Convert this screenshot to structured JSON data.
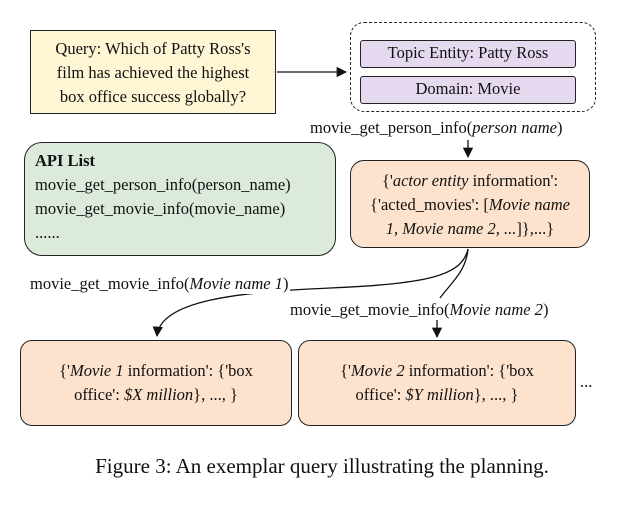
{
  "query": {
    "line1": "Query: Which of Patty Ross's",
    "line2": "film has achieved the highest",
    "line3": "box office success globally?"
  },
  "entities": {
    "topic": "Topic Entity: Patty Ross",
    "domain": "Domain: Movie"
  },
  "api_list": {
    "title": "API List",
    "items": [
      "movie_get_person_info(person_name)",
      "movie_get_movie_info(movie_name)",
      "......"
    ]
  },
  "calls": {
    "person_fn": "movie_get_person_info(",
    "person_arg": "person name",
    "movie1_fn": "movie_get_movie_info(",
    "movie1_arg": "Movie name 1",
    "movie2_fn": "movie_get_movie_info(",
    "movie2_arg": "Movie name 2",
    "close": ")"
  },
  "actor_box": {
    "p1": "{'",
    "p1_italic": "actor entity",
    "p2": " information':",
    "p3": "{'acted_movies': [",
    "p3_italic": "Movie name",
    "p4_italic": "1, Movie name 2, ...",
    "p5": "]},...}"
  },
  "movie1_box": {
    "a": "{'",
    "a_italic": "Movie 1",
    "b": " information': {'box",
    "c": "office': ",
    "c_italic": "$X million",
    "d": "}, ..., }"
  },
  "movie2_box": {
    "a": "{'",
    "a_italic": "Movie 2",
    "b": " information': {'box",
    "c": "office': ",
    "c_italic": "$Y million",
    "d": "}, ..., }"
  },
  "ellipsis": "...",
  "caption": "Figure 3: An exemplar query illustrating the planning."
}
